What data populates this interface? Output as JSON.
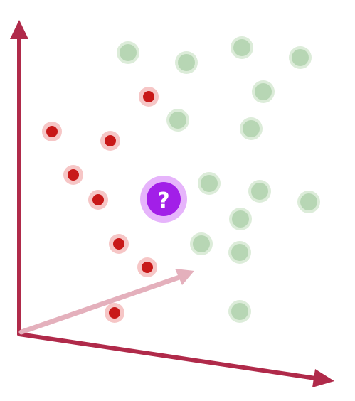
{
  "diagram": {
    "query_label": "?",
    "colors": {
      "axis": "#b02a4a",
      "vector": "#e4b0bc",
      "class_a_fill": "#c81818",
      "class_a_halo": "#f6c6c6",
      "class_b_fill": "#b7d6b4",
      "class_b_halo": "#dcecd9",
      "query_fill": "#a21fe8",
      "query_halo": "#e6b4fb",
      "query_text": "#ffffff"
    },
    "icons": [
      "x-axis-arrow",
      "y-axis-arrow",
      "vector-arrow"
    ]
  }
}
